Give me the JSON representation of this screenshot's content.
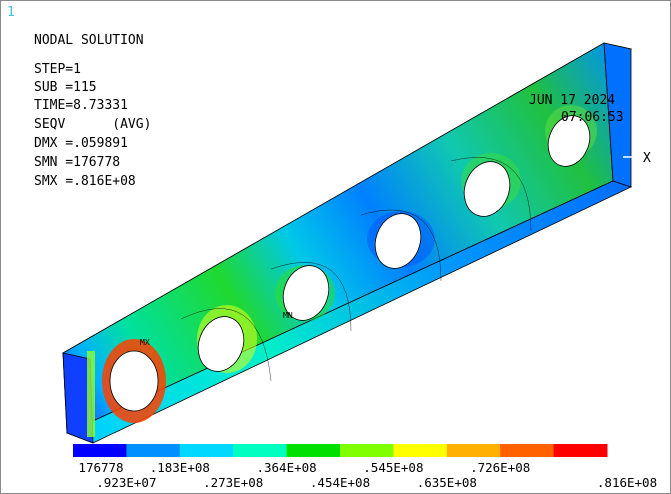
{
  "window_number": "1",
  "info": {
    "title": "NODAL SOLUTION",
    "step": "STEP=1",
    "sub": "SUB =115",
    "time": "TIME=8.73331",
    "result": "SEQV      (AVG)",
    "dmx": "DMX =.059891",
    "smn": "SMN =176778",
    "smx": "SMX =.816E+08"
  },
  "date": "JUN 17 2024",
  "clock": "07:06:53",
  "axis_label": "X",
  "markers": {
    "mx": "MX",
    "mn": "MN"
  },
  "legend": {
    "colors": [
      "#0000ff",
      "#0090ff",
      "#00d8ff",
      "#00ffc0",
      "#00e000",
      "#80ff00",
      "#ffff00",
      "#ffb000",
      "#ff6000",
      "#ff0000"
    ],
    "top_labels": [
      "176778",
      ".183E+08",
      ".364E+08",
      ".545E+08",
      ".726E+08"
    ],
    "bottom_labels": [
      ".923E+07",
      ".273E+08",
      ".454E+08",
      ".635E+08",
      ".816E+08"
    ]
  }
}
